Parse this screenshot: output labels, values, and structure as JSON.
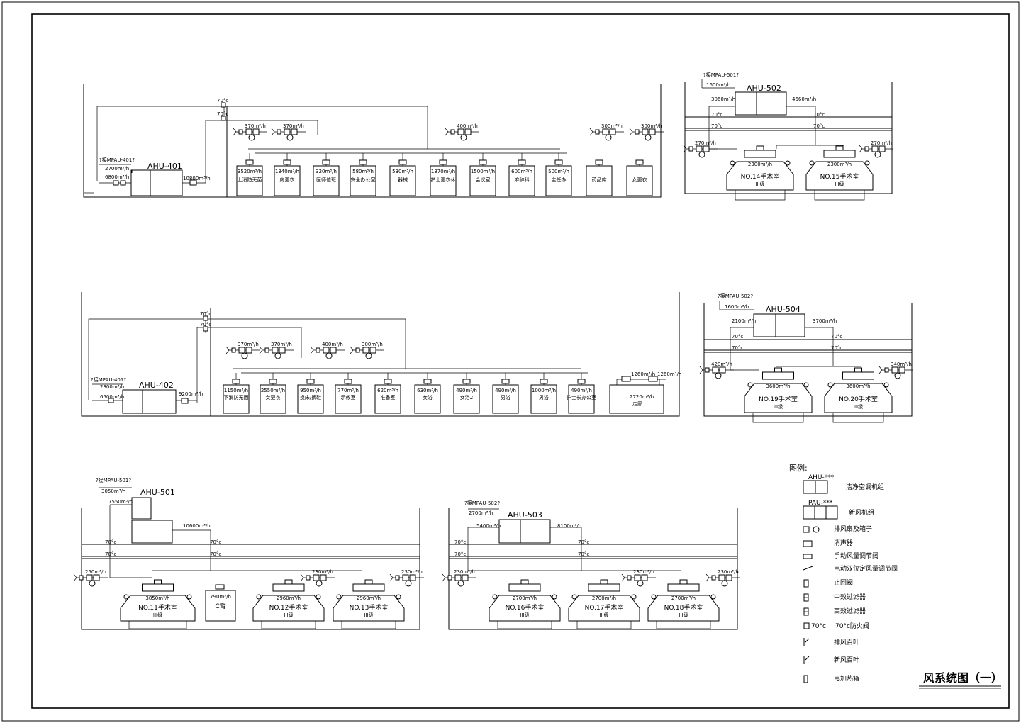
{
  "title": "风系统图（一）",
  "legend": {
    "heading": "图例:",
    "items": [
      {
        "code": "AHU-***",
        "label": "洁净空调机组",
        "icon": "ahu-unit-icon"
      },
      {
        "code": "PAU-***",
        "label": "新风机组",
        "icon": "pau-unit-icon"
      },
      {
        "label": "排风扇及箱子",
        "icon": "exhaust-fan-icon"
      },
      {
        "label": "消声器",
        "icon": "silencer-icon"
      },
      {
        "label": "手动风量调节阀",
        "icon": "manual-damper-icon"
      },
      {
        "label": "电动双位定风量调节阀",
        "icon": "motorized-damper-icon"
      },
      {
        "label": "止回阀",
        "icon": "check-valve-icon"
      },
      {
        "label": "中效过滤器",
        "icon": "medium-filter-icon"
      },
      {
        "label": "高效过滤器",
        "icon": "hepa-filter-icon"
      },
      {
        "code": "70°c",
        "label": "70°c防火阀",
        "icon": "fire-damper-icon"
      },
      {
        "label": "排风百叶",
        "icon": "exhaust-louver-icon"
      },
      {
        "label": "新风百叶",
        "icon": "fresh-air-louver-icon"
      },
      {
        "label": "电加热箱",
        "icon": "electric-heater-icon"
      }
    ]
  },
  "systems": {
    "ahu401": {
      "unit": "AHU-401",
      "from": "?接MPAU-401?",
      "fresh": "2700m³/h",
      "inlet": "6800m³/h",
      "supply": "10800m³/h",
      "fire": [
        "70°c",
        "70°c"
      ],
      "exhaust": [
        "370m³/h",
        "370m³/h",
        "400m³/h",
        "300m³/h",
        "300m³/h"
      ],
      "rooms": [
        {
          "flow": "3520m³/h",
          "name": "上消防无菌"
        },
        {
          "flow": "1340m³/h",
          "name": "房更衣"
        },
        {
          "flow": "320m³/h",
          "name": "医师值班"
        },
        {
          "flow": "580m³/h",
          "name": "安全办公室"
        },
        {
          "flow": "530m³/h",
          "name": "器械"
        },
        {
          "flow": "1370m³/h",
          "name": "护士更衣休"
        },
        {
          "flow": "1500m³/h",
          "name": "会议室"
        },
        {
          "flow": "600m³/h",
          "name": "麻醉科"
        },
        {
          "flow": "500m³/h",
          "name": "主任办"
        },
        {
          "flow": "",
          "name": "药品库"
        },
        {
          "flow": "",
          "name": "女更衣"
        }
      ]
    },
    "ahu402": {
      "unit": "AHU-402",
      "from": "?接MPAU-401?",
      "fresh": "2300m³/h",
      "inlet": "6500m³/h",
      "supply": "9200m³/h",
      "fire": [
        "70°c",
        "70°c"
      ],
      "exhaust": [
        "370m³/h",
        "370m³/h",
        "400m³/h",
        "300m³/h"
      ],
      "rooms": [
        {
          "flow": "1150m³/h",
          "name": "下消防无菌"
        },
        {
          "flow": "2550m³/h",
          "name": "女更衣"
        },
        {
          "flow": "950m³/h",
          "name": "换床/换鞋"
        },
        {
          "flow": "770m³/h",
          "name": "示教室"
        },
        {
          "flow": "620m³/h",
          "name": "准备室"
        },
        {
          "flow": "630m³/h",
          "name": "女浴"
        },
        {
          "flow": "490m³/h",
          "name": "女浴2"
        },
        {
          "flow": "490m³/h",
          "name": "男浴"
        },
        {
          "flow": "1000m³/h",
          "name": "男浴"
        },
        {
          "flow": "490m³/h",
          "name": "护士长办公室"
        }
      ],
      "extra": {
        "flows": [
          "1260m³/h",
          "1260m³/h"
        ],
        "flow": "2720m³/h",
        "name": "走廊"
      }
    },
    "ahu502": {
      "unit": "AHU-502",
      "from": "?接MPAU-501?",
      "fresh": "1600m³/h",
      "inlet": "3060m³/h",
      "supply": "4660m³/h",
      "fire": [
        "70°c",
        "70°c",
        "70°c",
        "70°c"
      ],
      "exhaust": [
        "270m³/h",
        "270m³/h"
      ],
      "rooms": [
        {
          "flow": "2300m³/h",
          "name": "NO.14手术室",
          "cls": "III级"
        },
        {
          "flow": "2300m³/h",
          "name": "NO.15手术室",
          "cls": "III级"
        }
      ]
    },
    "ahu504": {
      "unit": "AHU-504",
      "from": "?接MPAU-502?",
      "fresh": "1600m³/h",
      "inlet": "2100m³/h",
      "supply": "3700m³/h",
      "fire": [
        "70°c",
        "70°c",
        "70°c",
        "70°c"
      ],
      "exhaust": [
        "420m³/h",
        "340m³/h"
      ],
      "rooms": [
        {
          "flow": "3600m³/h",
          "name": "NO.19手术室",
          "cls": "III级"
        },
        {
          "flow": "3600m³/h",
          "name": "NO.20手术室",
          "cls": "III级"
        }
      ]
    },
    "ahu501": {
      "unit": "AHU-501",
      "from": "?接MPAU-501?",
      "fresh": "3050m³/h",
      "inlet": "7550m³/h",
      "supply": "10600m³/h",
      "fire": [
        "70°c",
        "70°c",
        "70°c",
        "70°c"
      ],
      "exhaust": [
        "250m³/h",
        "230m³/h",
        "230m³/h"
      ],
      "rooms": [
        {
          "flow": "3850m³/h",
          "name": "NO.11手术室",
          "cls": "III级"
        },
        {
          "flow": "790m³/h",
          "name": "C臂",
          "cls": ""
        },
        {
          "flow": "2960m³/h",
          "name": "NO.12手术室",
          "cls": "III级"
        },
        {
          "flow": "2960m³/h",
          "name": "NO.13手术室",
          "cls": "III级"
        }
      ]
    },
    "ahu503": {
      "unit": "AHU-503",
      "from": "?接MPAU-502?",
      "fresh": "2700m³/h",
      "inlet": "5400m³/h",
      "supply": "8100m³/h",
      "fire": [
        "70°c",
        "70°c",
        "70°c",
        "70°c"
      ],
      "exhaust": [
        "230m³/h",
        "230m³/h",
        "230m³/h"
      ],
      "rooms": [
        {
          "flow": "2700m³/h",
          "name": "NO.16手术室",
          "cls": "III级"
        },
        {
          "flow": "2700m³/h",
          "name": "NO.17手术室",
          "cls": "III级"
        },
        {
          "flow": "2700m³/h",
          "name": "NO.18手术室",
          "cls": "III级"
        }
      ]
    }
  }
}
